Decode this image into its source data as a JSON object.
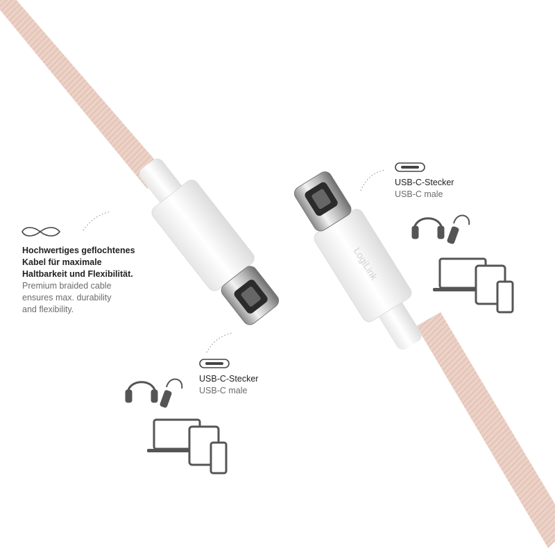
{
  "feature": {
    "icon": "infinity-icon",
    "title_de": [
      "Hochwertiges geflochtenes",
      "Kabel für maximale",
      "Haltbarkeit und Flexibilität."
    ],
    "title_en": [
      "Premium braided cable",
      "ensures max. durability",
      "and flexibility."
    ]
  },
  "connector_left": {
    "label_de": "USB-C-Stecker",
    "label_en": "USB-C male",
    "icon": "usb-c-port-icon"
  },
  "connector_right": {
    "label_de": "USB-C-Stecker",
    "label_en": "USB-C male",
    "icon": "usb-c-port-icon"
  },
  "brand": {
    "logo_text": "LogiLink"
  },
  "device_icons": [
    "headphones-icon",
    "earbud-icon",
    "laptop-icon",
    "tablet-icon",
    "smartphone-icon"
  ],
  "colors": {
    "cable": "#ecd1c6",
    "cable_dark": "#d9b3a5",
    "housing": "#f7f7f7",
    "metal": "#c9c9c9",
    "icon_gray": "#555555",
    "text_dark": "#222222",
    "text_light": "#6b6b6b"
  }
}
